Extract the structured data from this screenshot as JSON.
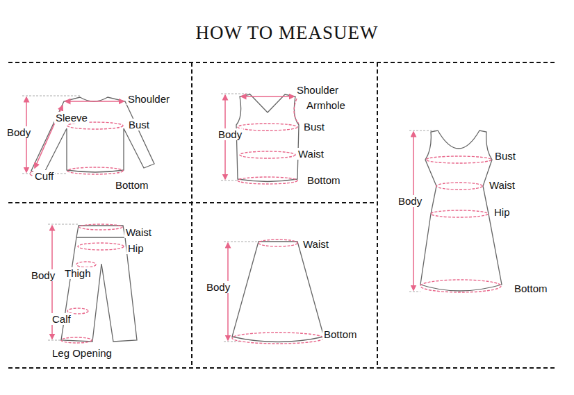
{
  "diagram": {
    "title": "HOW TO MEASUEW",
    "labels": [
      "Shoulder",
      "Sleeve",
      "Body",
      "Bust",
      "Cuff",
      "Bottom",
      "Shoulder",
      "Armhole",
      "Body",
      "Bust",
      "Waist",
      "Bottom",
      "Bust",
      "Body",
      "Waist",
      "Hip",
      "Bottom",
      "Waist",
      "Hip",
      "Body",
      "Thigh",
      "Calf",
      "Leg Opening",
      "Waist",
      "Body",
      "Bottom"
    ]
  }
}
